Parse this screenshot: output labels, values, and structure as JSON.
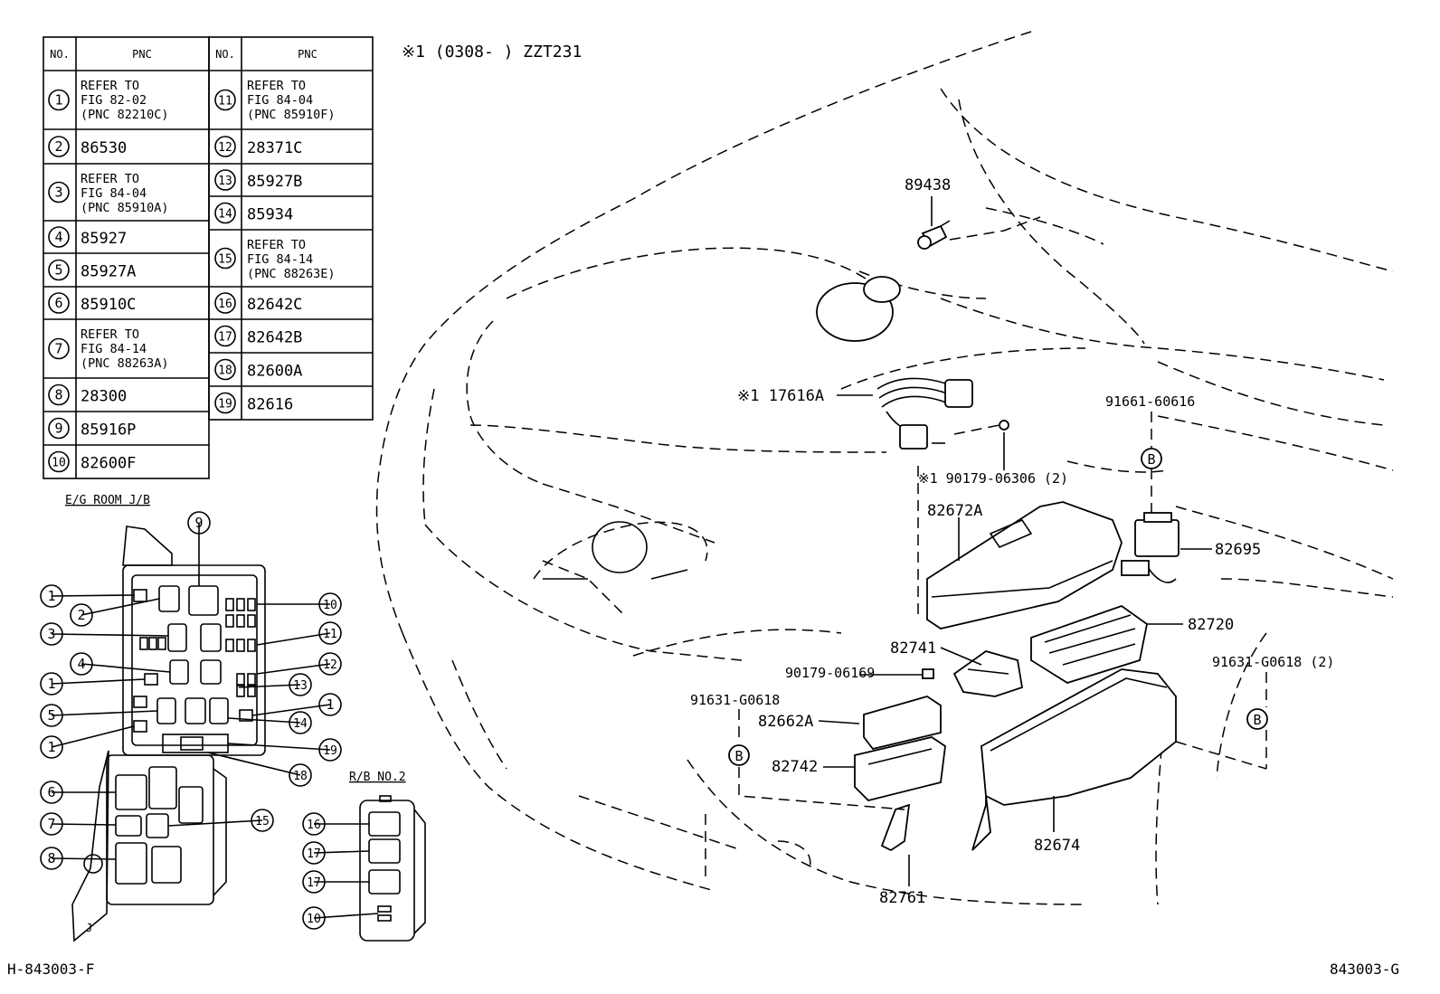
{
  "table": {
    "headers": [
      "NO.",
      "PNC",
      "NO.",
      "PNC"
    ],
    "left": [
      {
        "no": "1",
        "pnc": [
          "REFER TO",
          "FIG 82-02",
          " (PNC 82210C)"
        ]
      },
      {
        "no": "2",
        "pnc": [
          "86530"
        ]
      },
      {
        "no": "3",
        "pnc": [
          "REFER TO",
          "FIG 84-04",
          " (PNC 85910A)"
        ]
      },
      {
        "no": "4",
        "pnc": [
          "85927"
        ]
      },
      {
        "no": "5",
        "pnc": [
          "85927A"
        ]
      },
      {
        "no": "6",
        "pnc": [
          "85910C"
        ]
      },
      {
        "no": "7",
        "pnc": [
          "REFER TO",
          "FIG 84-14",
          " (PNC 88263A)"
        ]
      },
      {
        "no": "8",
        "pnc": [
          "28300"
        ]
      },
      {
        "no": "9",
        "pnc": [
          "85916P"
        ]
      },
      {
        "no": "10",
        "pnc": [
          "82600F"
        ]
      }
    ],
    "right": [
      {
        "no": "11",
        "pnc": [
          "REFER TO",
          "FIG 84-04",
          " (PNC 85910F)"
        ]
      },
      {
        "no": "12",
        "pnc": [
          "28371C"
        ]
      },
      {
        "no": "13",
        "pnc": [
          "85927B"
        ]
      },
      {
        "no": "14",
        "pnc": [
          "85934"
        ]
      },
      {
        "no": "15",
        "pnc": [
          "REFER TO",
          "FIG 84-14",
          " (PNC 88263E)"
        ]
      },
      {
        "no": "16",
        "pnc": [
          "82642C"
        ]
      },
      {
        "no": "17",
        "pnc": [
          "82642B"
        ]
      },
      {
        "no": "18",
        "pnc": [
          "82600A"
        ]
      },
      {
        "no": "19",
        "pnc": [
          "82616"
        ]
      }
    ]
  },
  "note": "※1 (0308-     ) ZZT231",
  "eg_room_title": "E/G ROOM J/B",
  "rb_title": "R/B NO.2",
  "eg_callouts": [
    "9",
    "1",
    "2",
    "10",
    "3",
    "11",
    "4",
    "12",
    "1",
    "13",
    "1",
    "5",
    "14",
    "1",
    "19",
    "18",
    "6",
    "7",
    "15",
    "8"
  ],
  "rb_callouts": [
    "16",
    "17",
    "17",
    "10"
  ],
  "parts": {
    "p89438": "89438",
    "p17616A": "※1 17616A",
    "p91661": "91661-60616",
    "p90179_06306": "※1 90179-06306 (2)",
    "p82672A": "82672A",
    "p82695": "82695",
    "p82720": "82720",
    "p82741": "82741",
    "p90179_06169": "90179-06169",
    "p91631_a": "91631-G0618",
    "p91631_b": "91631-G0618 (2)",
    "p82662A": "82662A",
    "p82742": "82742",
    "p82674": "82674",
    "p82761": "82761",
    "ref_b": "B"
  },
  "footer": {
    "left": "H-843003-F",
    "right": "843003-G"
  }
}
